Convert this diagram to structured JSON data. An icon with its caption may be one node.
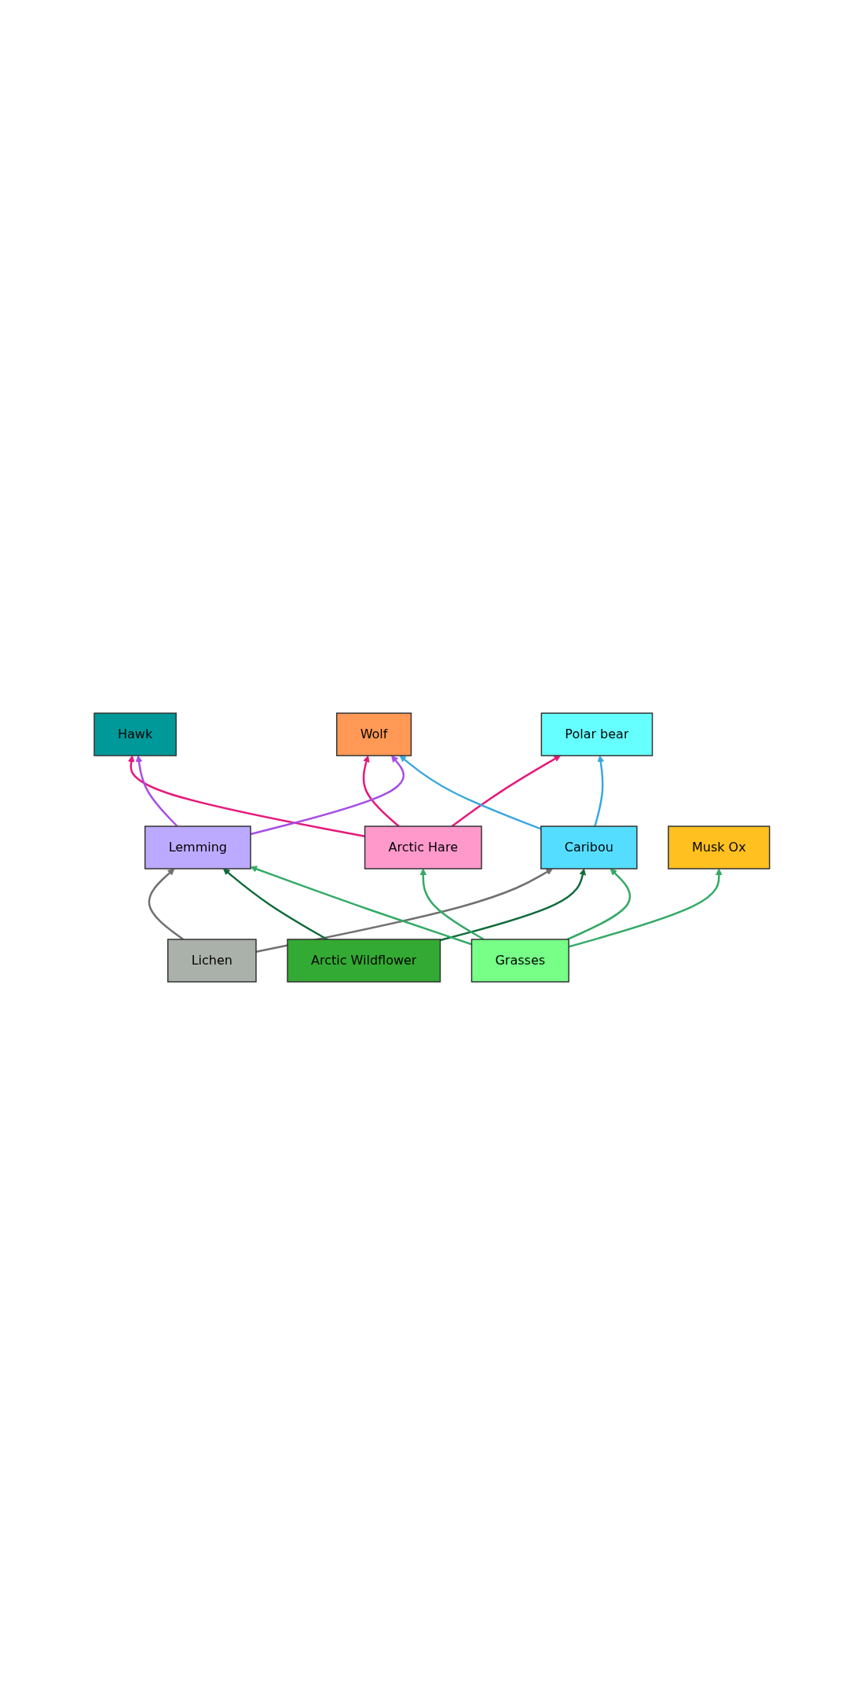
{
  "diagram": {
    "nodes": [
      {
        "text": [
          "Polar bear"
        ]
      },
      {
        "text": [
          "Hawk"
        ]
      },
      {
        "text": [
          "Wolf"
        ]
      },
      {
        "text": [
          "Arctic Hare"
        ]
      },
      {
        "text": [
          "Lemming"
        ]
      },
      {
        "text": [
          "Caribou"
        ]
      },
      {
        "text": [
          "Lichen"
        ]
      },
      {
        "text": [
          "Musk Ox"
        ]
      },
      {
        "text": [
          "Arctic Wildflower"
        ]
      },
      {
        "text": [
          "Grasses"
        ]
      }
    ],
    "edges": [
      {
        "from": 3,
        "to": 1,
        "arrow": "to",
        "color": "#e6187a"
      },
      {
        "from": 3,
        "to": 0,
        "arrow": "to",
        "color": "#e6187a"
      },
      {
        "from": 3,
        "to": 2,
        "arrow": "to",
        "color": "#e6187a"
      },
      {
        "from": 4,
        "to": 1,
        "arrow": "to",
        "color": "#a64de6"
      },
      {
        "from": 4,
        "to": 2,
        "arrow": "to",
        "color": "#a64de6"
      },
      {
        "from": 5,
        "to": 0,
        "arrow": "to",
        "color": "#3aa8e0"
      },
      {
        "from": 5,
        "to": 2,
        "arrow": "to",
        "color": "#3aa8e0"
      },
      {
        "from": 6,
        "to": 4,
        "arrow": "to",
        "color": "#707070"
      },
      {
        "from": 6,
        "to": 5,
        "arrow": "to",
        "color": "#707070"
      },
      {
        "from": 8,
        "to": 4,
        "arrow": "to",
        "color": "#0f6b3a"
      },
      {
        "from": 8,
        "to": 5,
        "arrow": "to",
        "color": "#0f6b3a"
      },
      {
        "from": 9,
        "to": 3,
        "arrow": "to"
      },
      {
        "from": 9,
        "to": 4,
        "arrow": "to"
      },
      {
        "from": 9,
        "to": 5,
        "arrow": "to"
      },
      {
        "from": 9,
        "to": 7,
        "arrow": "to"
      }
    ]
  }
}
